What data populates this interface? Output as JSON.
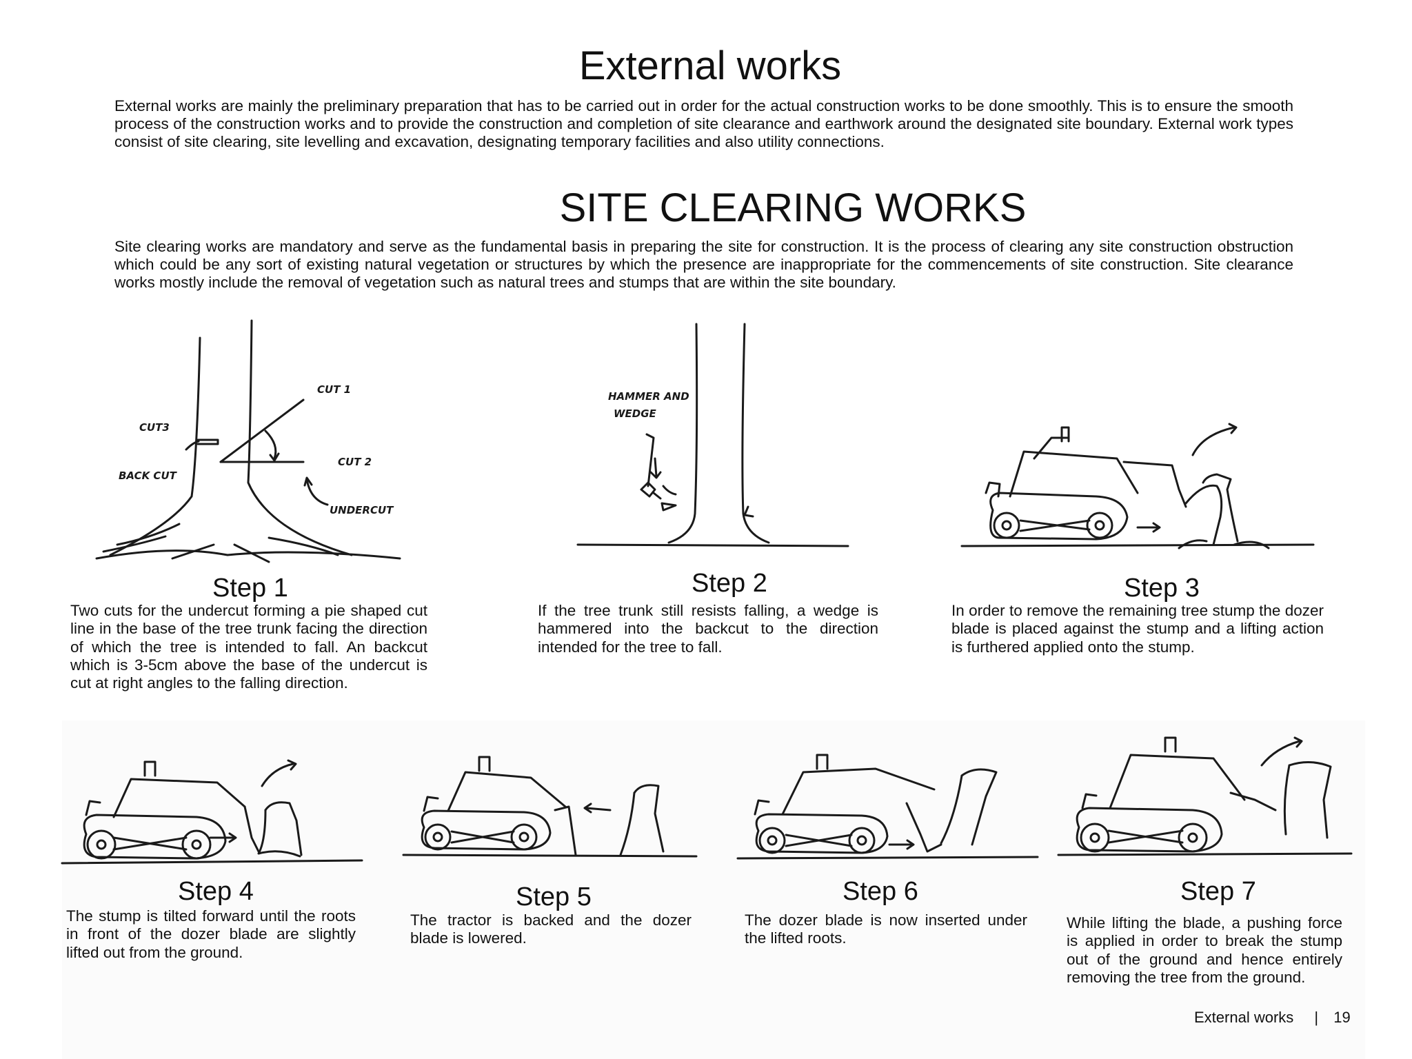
{
  "heading_main": "External works",
  "intro_text": "External works are mainly the preliminary preparation that has to be carried out in order for the actual construction works to be done smoothly. This is to ensure the smooth process of the construction works and to provide the construction and completion of site clearance and earthwork around the designated site boundary. External work types consist of  site clearing, site levelling and excavation, designating temporary facilities and also utility connections.",
  "heading_section": "SITE CLEARING WORKS",
  "section_text": "Site clearing works are mandatory and serve as the fundamental basis in preparing the site for construction. It is the process of clearing any site construction obstruction which could be any sort of existing natural vegetation or structures by which the presence are inappropriate for the commencements of site construction. Site clearance works mostly include the removal of vegetation such as natural trees and stumps that are within the site boundary.",
  "sketch_labels": {
    "cut1": "CUT 1",
    "cut2": "CUT 2",
    "cut3": "CUT3",
    "backcut": "BACK CUT",
    "undercut": "UNDERCUT",
    "hammer_line1": "HAMMER AND",
    "hammer_line2": "WEDGE"
  },
  "steps": [
    {
      "title": "Step 1",
      "text": "Two cuts for the undercut forming a pie shaped cut line in the base of the tree trunk facing the direction of which the tree is intended to fall. An backcut which is 3-5cm above the base of the undercut is cut at right angles to the falling direction."
    },
    {
      "title": "Step 2",
      "text": "If the tree trunk still resists falling, a wedge is hammered into the backcut to the direction intended for the tree to fall."
    },
    {
      "title": "Step 3",
      "text": "In order to remove the remaining tree stump the dozer blade is placed against the stump and a lifting action is furthered applied onto the stump."
    },
    {
      "title": "Step 4",
      "text": "The stump is tilted forward until the roots in front of the dozer blade are slightly lifted out from the ground."
    },
    {
      "title": "Step 5",
      "text": "The tractor is backed and the dozer blade is lowered."
    },
    {
      "title": "Step 6",
      "text": "The dozer blade is now inserted under the lifted roots."
    },
    {
      "title": "Step 7",
      "text": "While lifting the blade, a pushing force is applied in order to break the stump out of the ground and hence entirely removing the tree from the ground."
    }
  ],
  "footer": {
    "section": "External works",
    "separator": "|",
    "page": "19"
  }
}
